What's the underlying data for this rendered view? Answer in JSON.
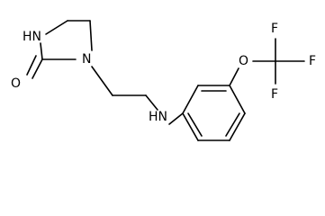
{
  "molecule": {
    "atoms": {
      "imidazolidine_nh": "HN",
      "imidazolidine_n": "N",
      "carbonyl_o": "O",
      "amine_nh": "HN",
      "ether_o": "O",
      "fluorine_top": "F",
      "fluorine_right": "F",
      "fluorine_bottom": "F"
    }
  }
}
